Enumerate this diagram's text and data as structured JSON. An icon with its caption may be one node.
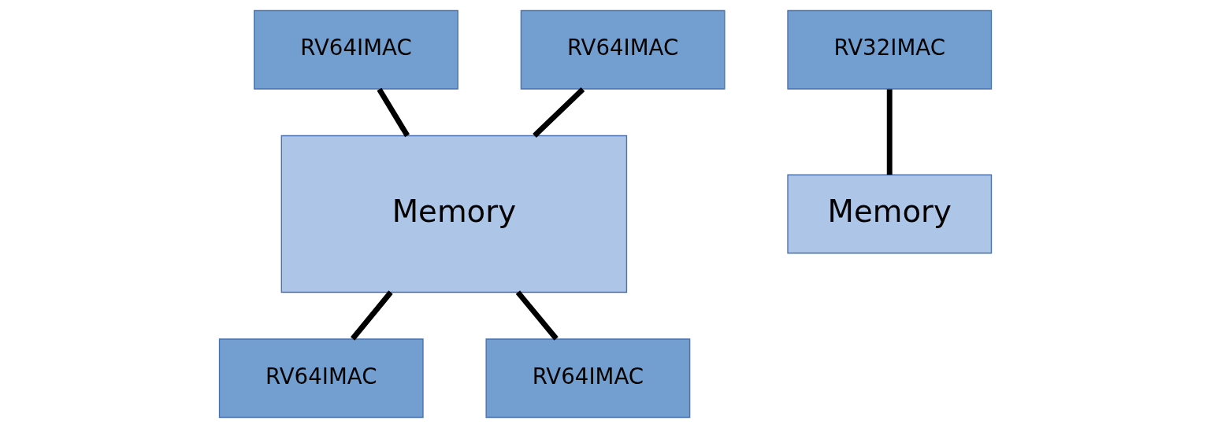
{
  "diagram": {
    "nodes": [
      {
        "text": [
          "RV64IMAC"
        ]
      },
      {
        "text": [
          "RV64IMAC"
        ]
      },
      {
        "text": [
          "Memory"
        ]
      },
      {
        "text": [
          "RV32IMAC"
        ]
      },
      {
        "text": [
          "Memory"
        ]
      },
      {
        "text": [
          "RV64IMAC"
        ]
      },
      {
        "text": [
          "RV64IMAC"
        ]
      }
    ],
    "edges": [
      {
        "from": 0,
        "to": 2,
        "arrow": "none"
      },
      {
        "from": 1,
        "to": 2,
        "arrow": "none"
      },
      {
        "from": 2,
        "to": 5,
        "arrow": "none"
      },
      {
        "from": 2,
        "to": 6,
        "arrow": "none"
      },
      {
        "from": 3,
        "to": 4,
        "arrow": "none"
      }
    ]
  }
}
